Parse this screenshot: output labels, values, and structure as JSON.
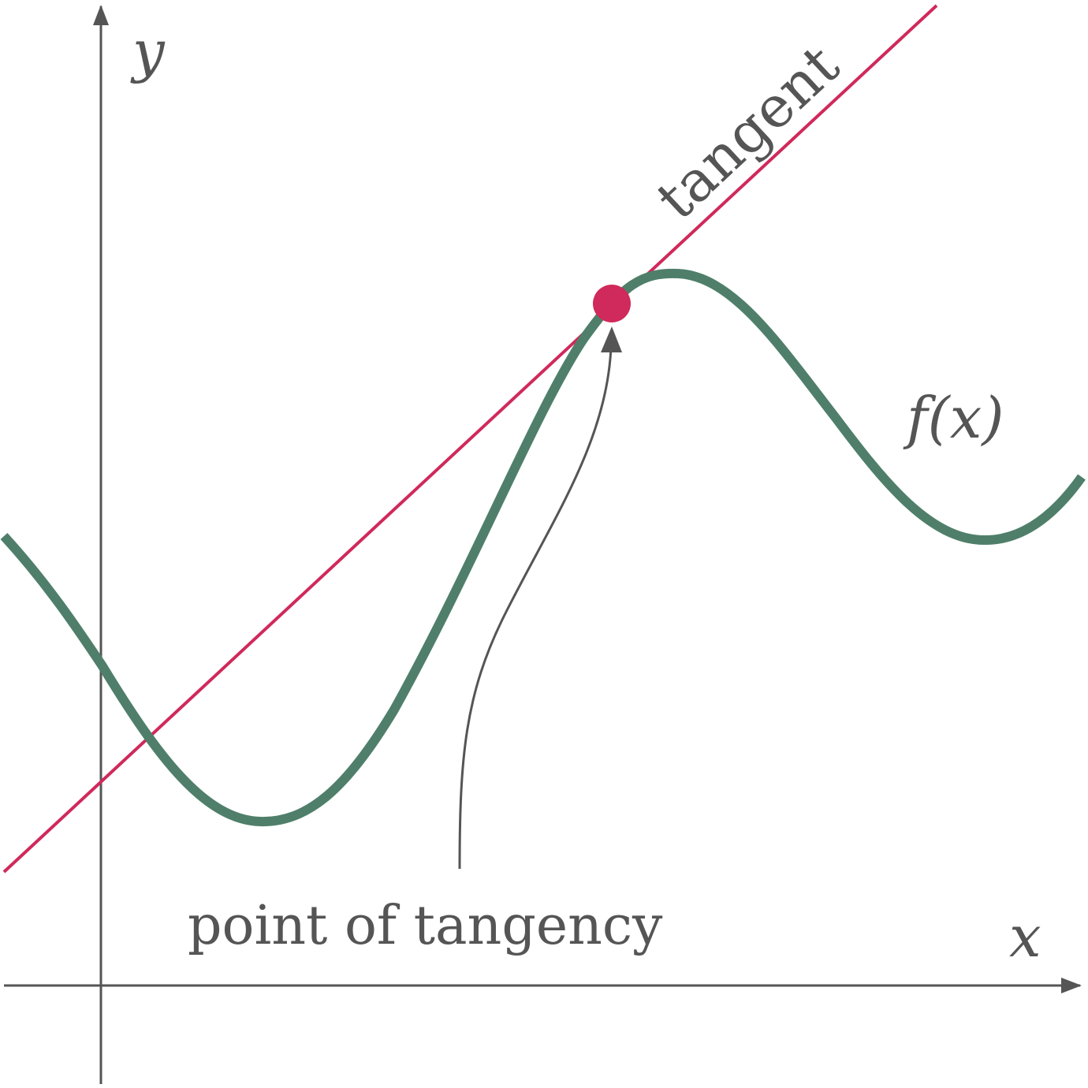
{
  "axes": {
    "x_label": "x",
    "y_label": "y"
  },
  "labels": {
    "tangent": "tangent",
    "function": "f(x)",
    "point": "point of tangency"
  },
  "colors": {
    "axis": "#555555",
    "curve": "#4f7f6a",
    "tangent": "#d0295b",
    "text": "#555555"
  }
}
